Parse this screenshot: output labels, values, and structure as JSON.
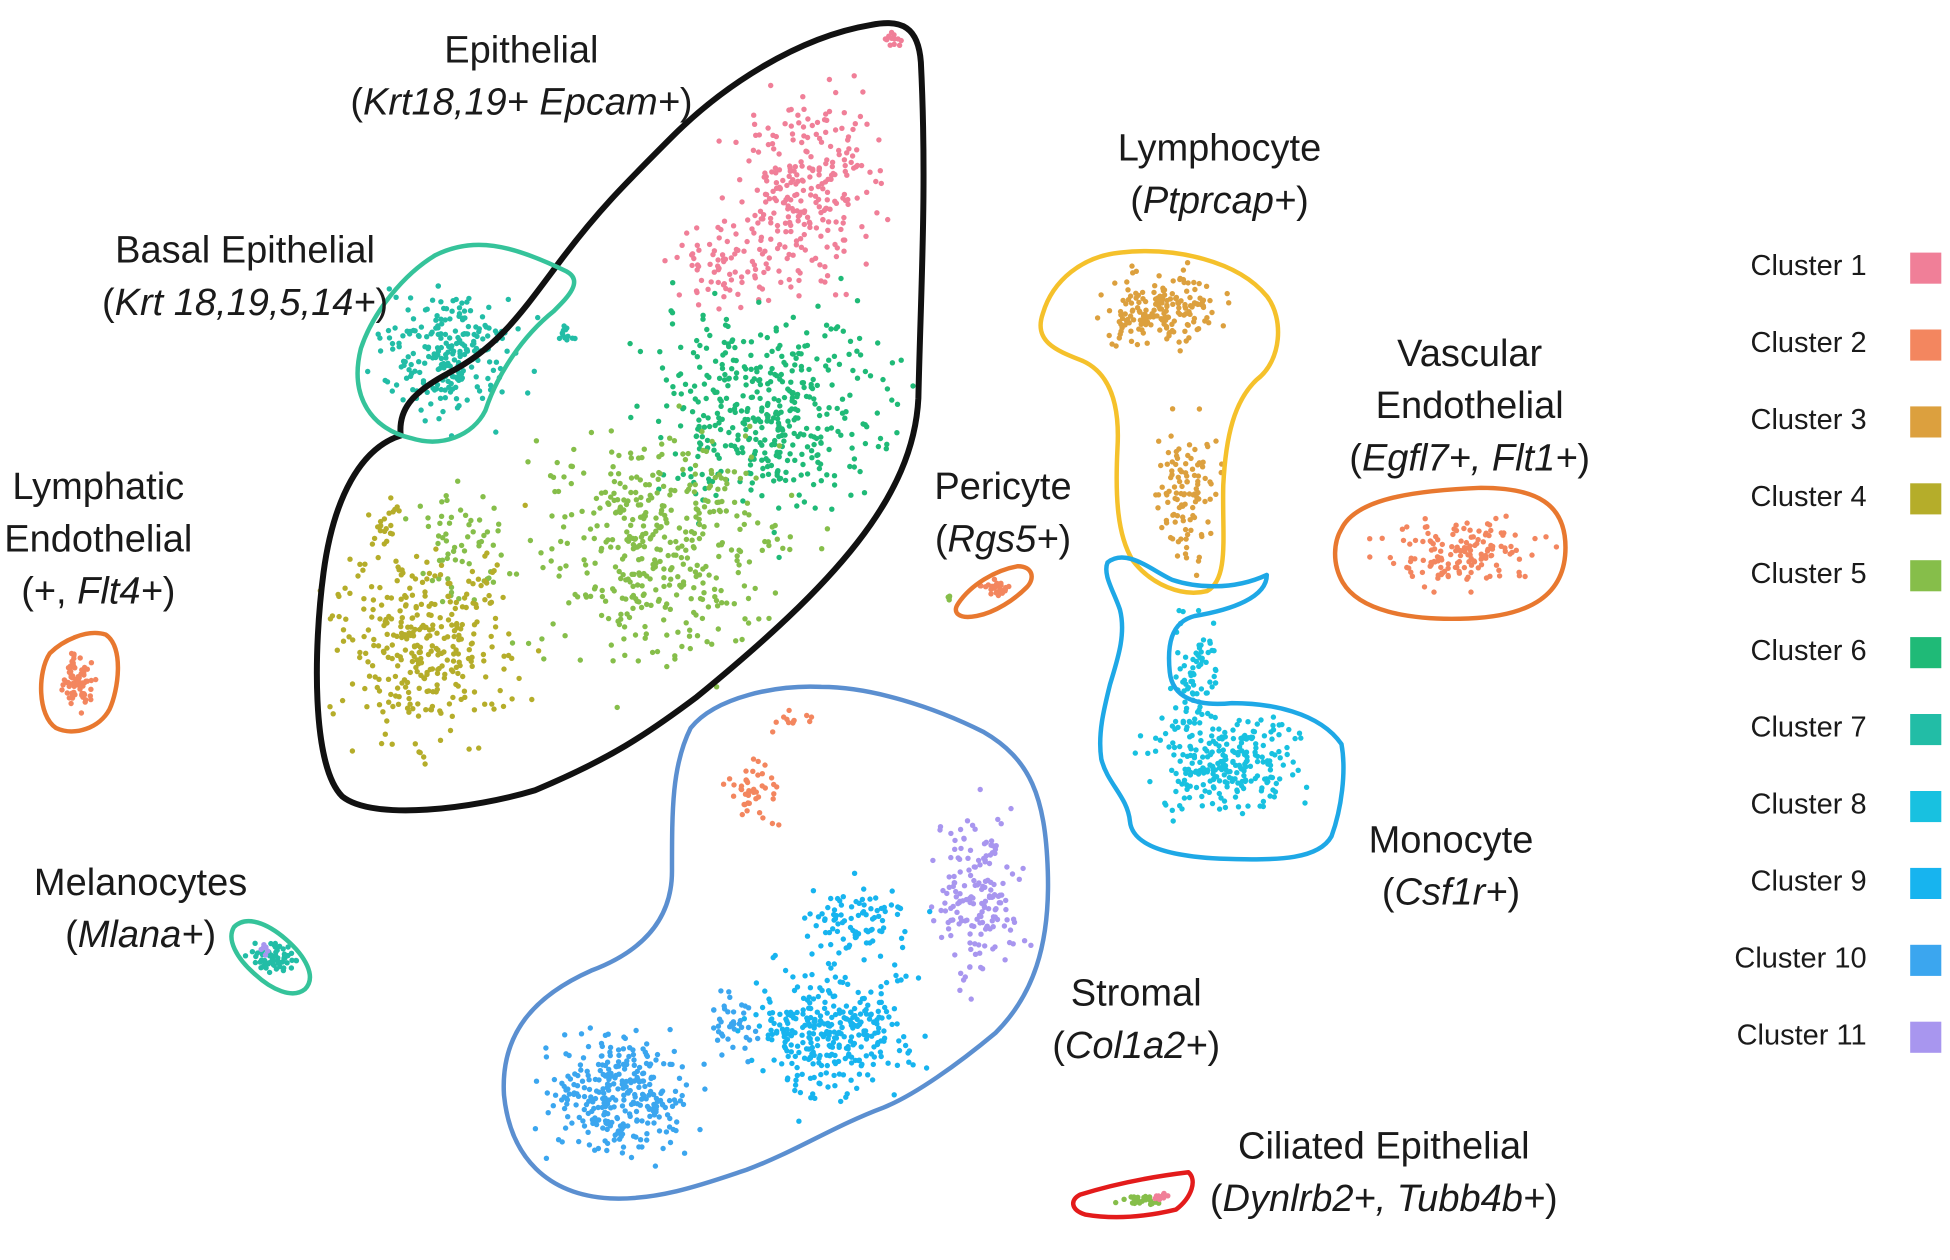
{
  "chart_data": {
    "type": "scatter",
    "title": "",
    "xlabel": "",
    "ylabel": "",
    "grid": false,
    "legend_position": "right",
    "series": [
      {
        "name": "Cluster 1",
        "color": "#f07f98"
      },
      {
        "name": "Cluster 2",
        "color": "#f3865f"
      },
      {
        "name": "Cluster 3",
        "color": "#dca03e"
      },
      {
        "name": "Cluster 4",
        "color": "#b5ad2a"
      },
      {
        "name": "Cluster 5",
        "color": "#86be4a"
      },
      {
        "name": "Cluster 6",
        "color": "#1fba77"
      },
      {
        "name": "Cluster 7",
        "color": "#22bda6"
      },
      {
        "name": "Cluster 8",
        "color": "#18c1e0"
      },
      {
        "name": "Cluster 9",
        "color": "#17b4ef"
      },
      {
        "name": "Cluster 10",
        "color": "#3ba6ef"
      },
      {
        "name": "Cluster 11",
        "color": "#a896ef"
      }
    ],
    "annotations": [
      {
        "id": "epithelial",
        "lines": [
          [
            {
              "t": "Epithelial"
            }
          ],
          [
            {
              "t": "("
            },
            {
              "t": "Krt18,19+ Epcam+",
              "i": true
            },
            {
              "t": ")"
            }
          ]
        ]
      },
      {
        "id": "basal-epithelial",
        "lines": [
          [
            {
              "t": "Basal Epithelial"
            }
          ],
          [
            {
              "t": "("
            },
            {
              "t": "Krt 18,19,5,14+",
              "i": true
            },
            {
              "t": ")"
            }
          ]
        ]
      },
      {
        "id": "lymphatic-endothelial",
        "lines": [
          [
            {
              "t": "Lymphatic"
            }
          ],
          [
            {
              "t": "Endothelial"
            }
          ],
          [
            {
              "t": "(+, "
            },
            {
              "t": "Flt4+",
              "i": true
            },
            {
              "t": ")"
            }
          ]
        ]
      },
      {
        "id": "melanocytes",
        "lines": [
          [
            {
              "t": "Melanocytes"
            }
          ],
          [
            {
              "t": "("
            },
            {
              "t": "Mlana+",
              "i": true
            },
            {
              "t": ")"
            }
          ]
        ]
      },
      {
        "id": "lymphocyte",
        "lines": [
          [
            {
              "t": "Lymphocyte"
            }
          ],
          [
            {
              "t": "("
            },
            {
              "t": "Ptprcap+",
              "i": true
            },
            {
              "t": ")"
            }
          ]
        ]
      },
      {
        "id": "vascular-endothelial",
        "lines": [
          [
            {
              "t": "Vascular"
            }
          ],
          [
            {
              "t": "Endothelial"
            }
          ],
          [
            {
              "t": "("
            },
            {
              "t": "Egfl7+, Flt1+",
              "i": true
            },
            {
              "t": ")"
            }
          ]
        ]
      },
      {
        "id": "pericyte",
        "lines": [
          [
            {
              "t": "Pericyte"
            }
          ],
          [
            {
              "t": "("
            },
            {
              "t": "Rgs5+",
              "i": true
            },
            {
              "t": ")"
            }
          ]
        ]
      },
      {
        "id": "monocyte",
        "lines": [
          [
            {
              "t": "Monocyte"
            }
          ],
          [
            {
              "t": "("
            },
            {
              "t": "Csf1r+",
              "i": true
            },
            {
              "t": ")"
            }
          ]
        ]
      },
      {
        "id": "stromal",
        "lines": [
          [
            {
              "t": "Stromal"
            }
          ],
          [
            {
              "t": "("
            },
            {
              "t": "Col1a2+",
              "i": true
            },
            {
              "t": ")"
            }
          ]
        ]
      },
      {
        "id": "ciliated-epithelial",
        "lines": [
          [
            {
              "t": "Ciliated Epithelial"
            }
          ],
          [
            {
              "t": "("
            },
            {
              "t": "Dynlrb2+, Tubb4b+",
              "i": true
            },
            {
              "t": ")"
            }
          ]
        ]
      }
    ],
    "region_outline_colors": {
      "epithelial": "#111111",
      "basal-epithelial": "#35c39a",
      "lymphatic-endothelial": "#e8782f",
      "melanocytes": "#35c39a",
      "lymphocyte": "#f5c12b",
      "vascular-endothelial": "#e8782f",
      "pericyte": "#e8782f",
      "monocyte": "#1ea8e6",
      "stromal": "#5b8fd0",
      "ciliated-epithelial": "#e31b1b"
    }
  }
}
